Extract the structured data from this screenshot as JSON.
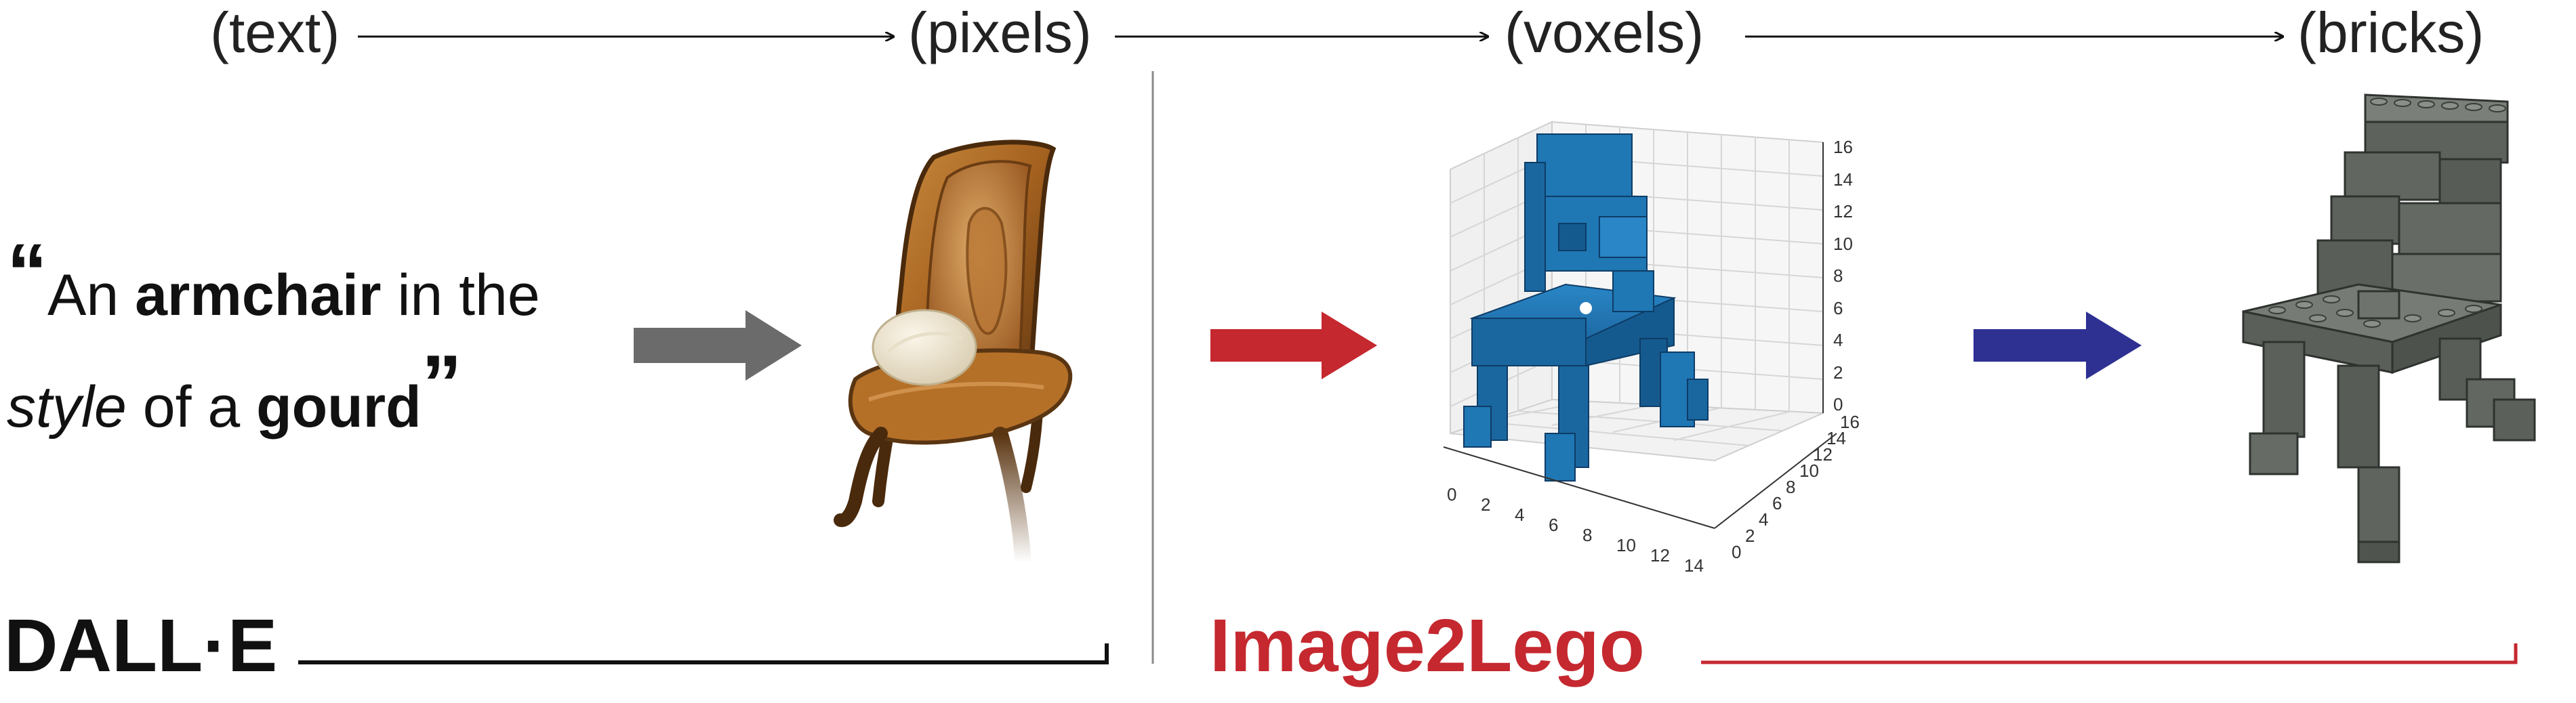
{
  "pipeline": {
    "steps": [
      {
        "label": "(text)"
      },
      {
        "label": "(pixels)"
      },
      {
        "label": "(voxels)"
      },
      {
        "label": "(bricks)"
      }
    ]
  },
  "prompt": {
    "open_quote": "“",
    "close_quote": "”",
    "line1": {
      "t1": "An ",
      "b1": "armchair",
      "t2": " in the"
    },
    "line2": {
      "i1": "style",
      "t1": " of a ",
      "b1": "gourd"
    }
  },
  "stages": {
    "dalle": {
      "label": "DALL·E",
      "color": "#111111"
    },
    "image2lego": {
      "label": "Image2Lego",
      "color": "#c5282f"
    }
  },
  "arrows": {
    "text_to_pixels": "#6b6b6b",
    "pixels_to_voxels": "#c5282f",
    "voxels_to_bricks": "#2e3192"
  },
  "voxel_plot": {
    "z_ticks": [
      "0",
      "2",
      "4",
      "6",
      "8",
      "10",
      "12",
      "14",
      "16"
    ],
    "x_ticks": [
      "0",
      "2",
      "4",
      "6",
      "8",
      "10",
      "12",
      "14"
    ],
    "y_ticks": [
      "0",
      "2",
      "4",
      "6",
      "8",
      "10",
      "12",
      "14",
      "16"
    ],
    "voxel_color": "#1f77b4"
  }
}
